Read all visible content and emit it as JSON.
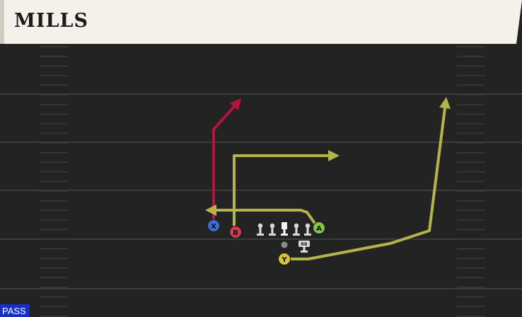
{
  "play": {
    "name": "MILLS",
    "type_badge": "PASS"
  },
  "colors": {
    "field": "#232323",
    "yard_line": "#3c3c3c",
    "hash": "#3a3a3a",
    "route_red": "#b3163a",
    "route_yellow": "#b4b44a",
    "x_receiver": "#3b6fd6",
    "b_receiver": "#d63a4e",
    "a_receiver": "#7fc64a",
    "y_receiver": "#d9c23a",
    "lineman": "#d9d9d9",
    "center": "#f2f2f2"
  },
  "players": [
    {
      "label": "X",
      "role": "receiver"
    },
    {
      "label": "B",
      "role": "receiver"
    },
    {
      "label": "A",
      "role": "receiver"
    },
    {
      "label": "Y",
      "role": "receiver"
    },
    {
      "label": "RB",
      "role": "running-back"
    }
  ],
  "icons": [
    "lineman-icon",
    "center-icon",
    "quarterback-marker",
    "running-back-icon"
  ]
}
